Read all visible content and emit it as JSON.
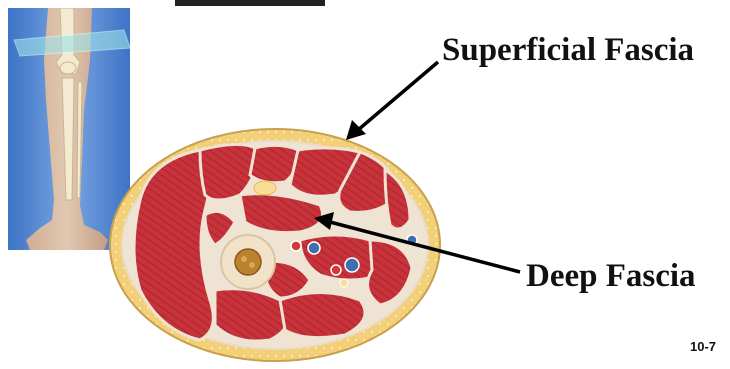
{
  "labels": {
    "superficial": "Superficial Fascia",
    "deep": "Deep Fascia",
    "figure_number": "10-7"
  },
  "colors": {
    "fat_layer": "#f5d27a",
    "muscle": "#c8323a",
    "muscle_outline": "#e9dcc8",
    "bone": "#f2e3c8",
    "artery": "#d23a3a",
    "vein": "#3f6fb0",
    "leg_panel": "#5b8fd6",
    "arrow": "#000000"
  }
}
